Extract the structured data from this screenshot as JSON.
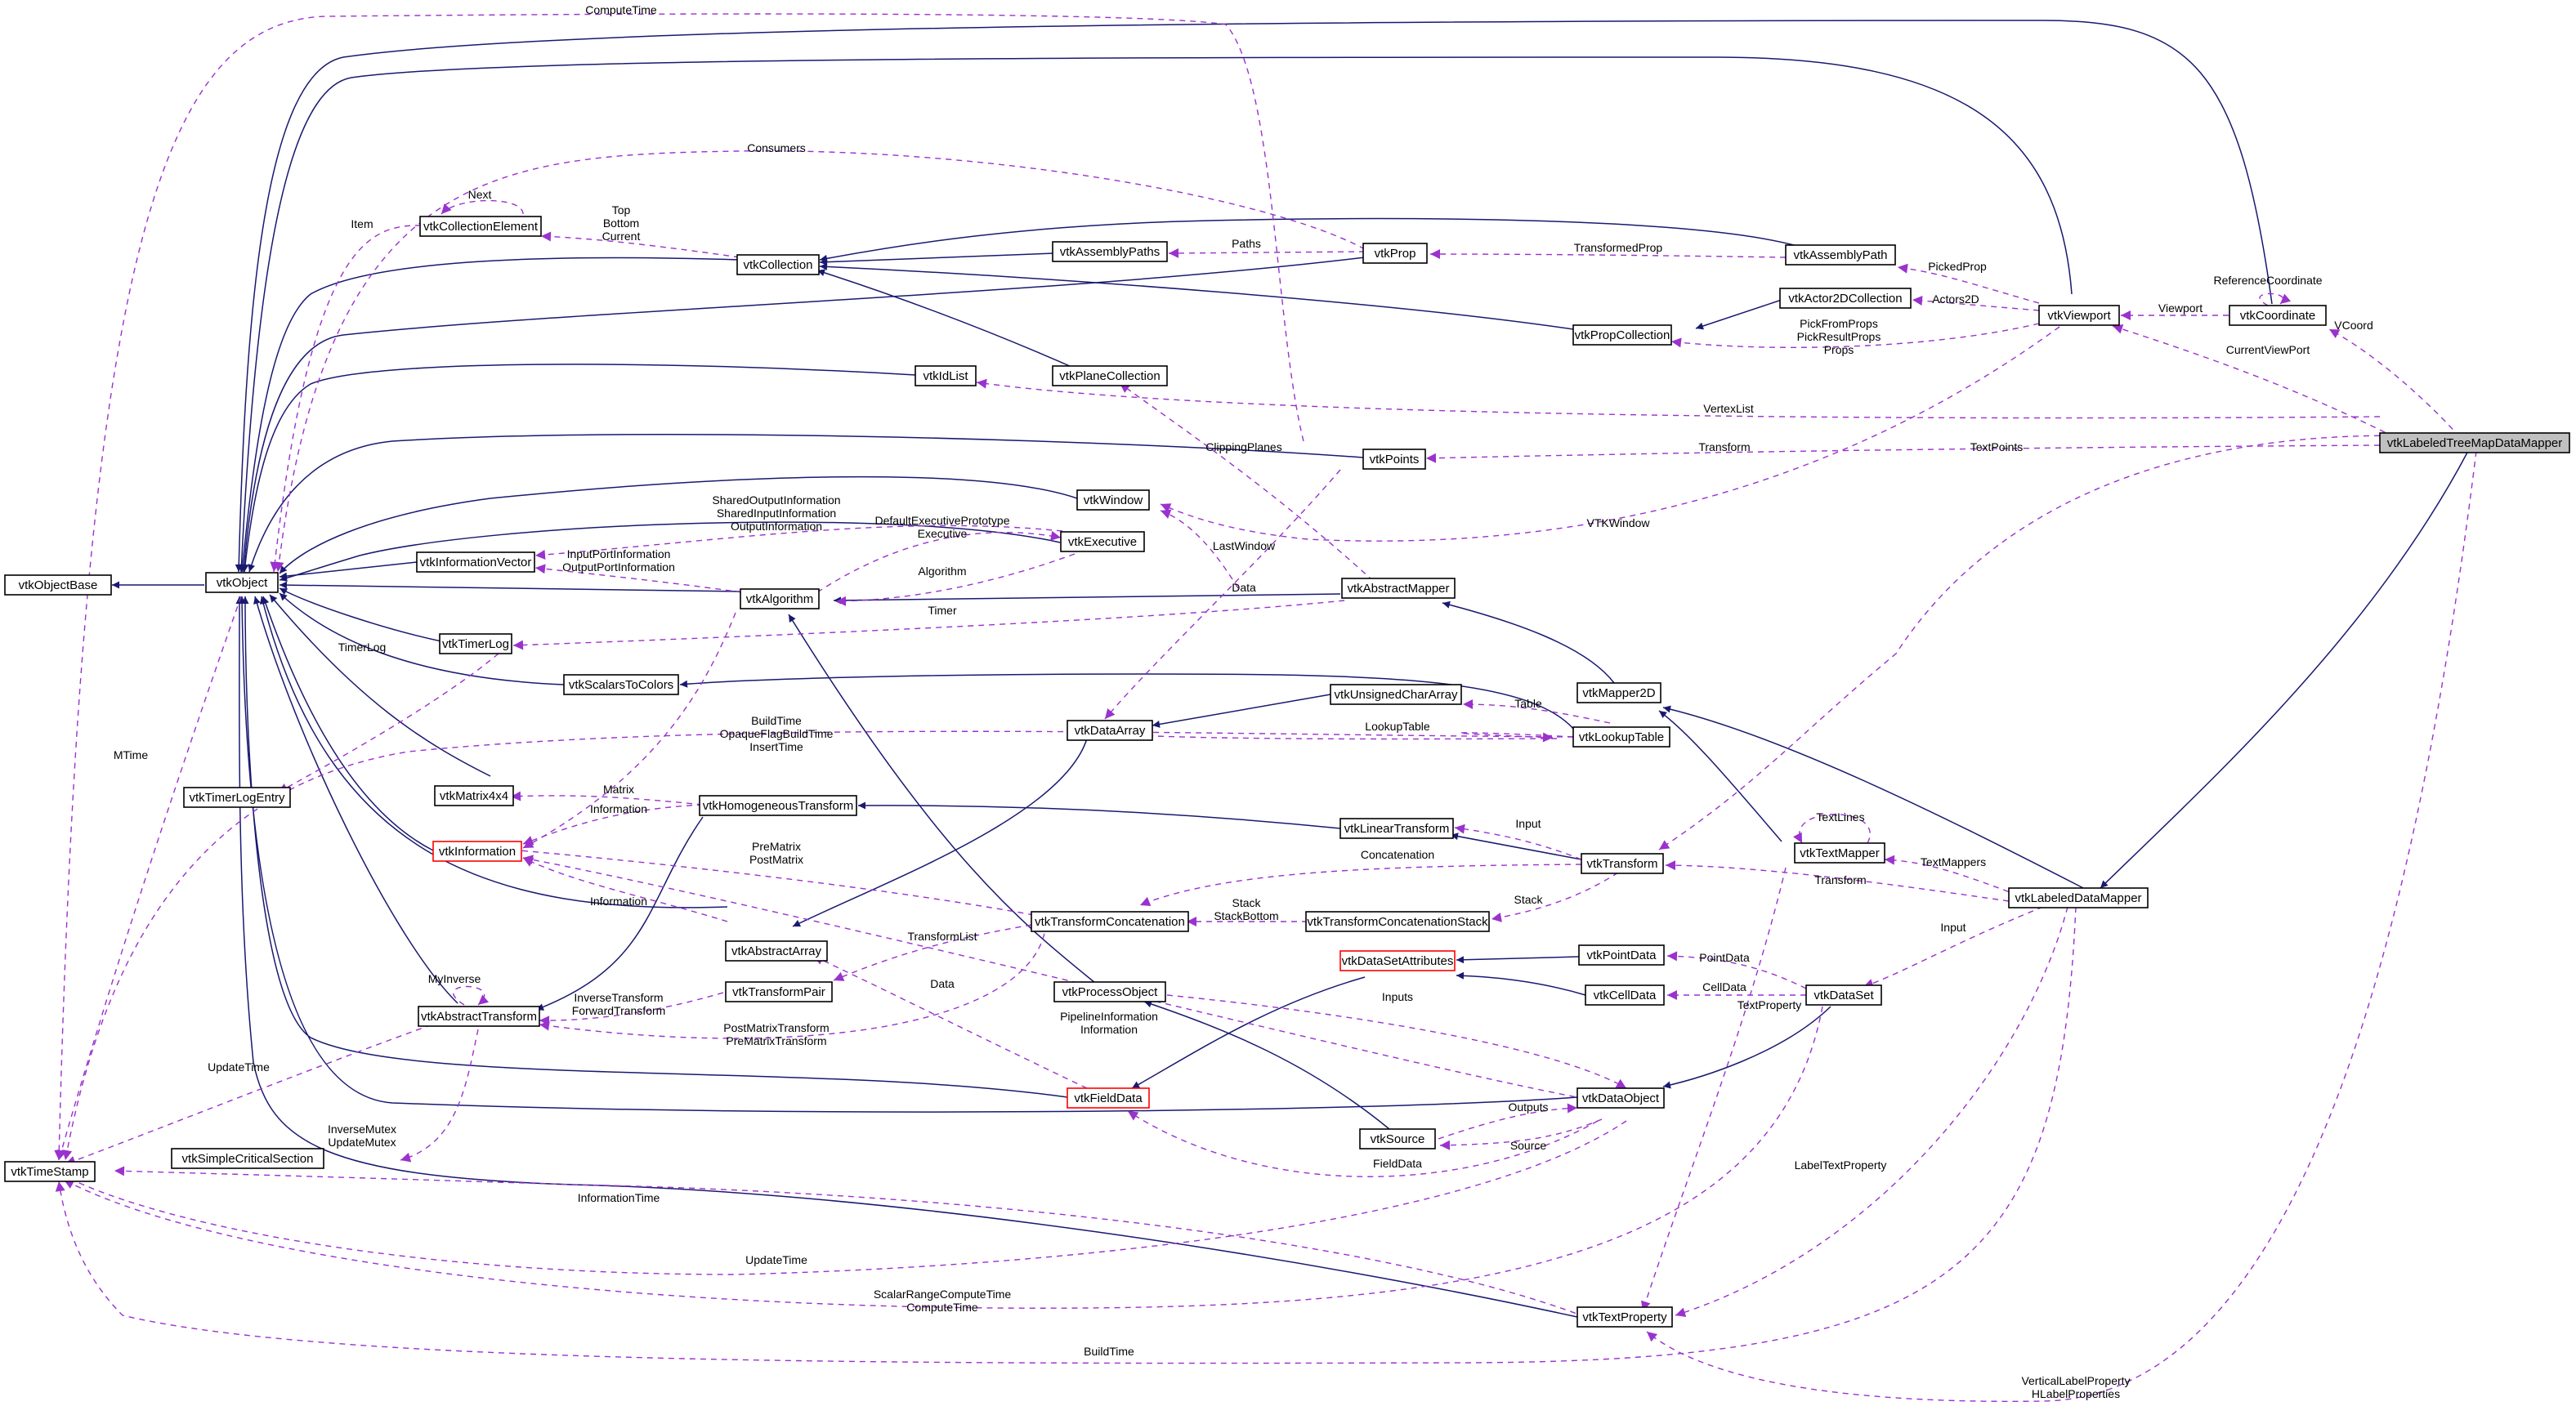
{
  "colors": {
    "inheritance": "#191970",
    "usage": "#9a32cd",
    "focus_fill": "#c0c0c0",
    "warning_border": "#ff0000"
  },
  "nodes": {
    "vtkLabeledTreeMapDataMapper": "vtkLabeledTreeMapDataMapper",
    "vtkLabeledDataMapper": "vtkLabeledDataMapper",
    "vtkMapper2D": "vtkMapper2D",
    "vtkAbstractMapper": "vtkAbstractMapper",
    "vtkAlgorithm": "vtkAlgorithm",
    "vtkObject": "vtkObject",
    "vtkObjectBase": "vtkObjectBase",
    "vtkTimeStamp": "vtkTimeStamp",
    "vtkCollectionElement": "vtkCollectionElement",
    "vtkCollection": "vtkCollection",
    "vtkAssemblyPaths": "vtkAssemblyPaths",
    "vtkProp": "vtkProp",
    "vtkAssemblyPath": "vtkAssemblyPath",
    "vtkActor2DCollection": "vtkActor2DCollection",
    "vtkPropCollection": "vtkPropCollection",
    "vtkViewport": "vtkViewport",
    "vtkCoordinate": "vtkCoordinate",
    "vtkIdList": "vtkIdList",
    "vtkPlaneCollection": "vtkPlaneCollection",
    "vtkPoints": "vtkPoints",
    "vtkWindow": "vtkWindow",
    "vtkExecutive": "vtkExecutive",
    "vtkInformationVector": "vtkInformationVector",
    "vtkTimerLog": "vtkTimerLog",
    "vtkTimerLogEntry": "vtkTimerLogEntry",
    "vtkScalarsToColors": "vtkScalarsToColors",
    "vtkUnsignedCharArray": "vtkUnsignedCharArray",
    "vtkDataArray": "vtkDataArray",
    "vtkLookupTable": "vtkLookupTable",
    "vtkMatrix4x4": "vtkMatrix4x4",
    "vtkHomogeneousTransform": "vtkHomogeneousTransform",
    "vtkLinearTransform": "vtkLinearTransform",
    "vtkTransform": "vtkTransform",
    "vtkTextMapper": "vtkTextMapper",
    "vtkInformation": "vtkInformation",
    "vtkTransformConcatenation": "vtkTransformConcatenation",
    "vtkTransformConcatenationStack": "vtkTransformConcatenationStack",
    "vtkAbstractArray": "vtkAbstractArray",
    "vtkDataSetAttributes": "vtkDataSetAttributes",
    "vtkPointData": "vtkPointData",
    "vtkTransformPair": "vtkTransformPair",
    "vtkProcessObject": "vtkProcessObject",
    "vtkCellData": "vtkCellData",
    "vtkDataSet": "vtkDataSet",
    "vtkAbstractTransform": "vtkAbstractTransform",
    "vtkFieldData": "vtkFieldData",
    "vtkDataObject": "vtkDataObject",
    "vtkSource": "vtkSource",
    "vtkSimpleCriticalSection": "vtkSimpleCriticalSection",
    "vtkTextProperty": "vtkTextProperty"
  },
  "labels": {
    "ComputeTime": "ComputeTime",
    "Consumers": "Consumers",
    "Next": "Next",
    "Item": "Item",
    "TopBottomCurrent": [
      "Top",
      "Bottom",
      "Current"
    ],
    "Paths": "Paths",
    "TransformedProp": "TransformedProp",
    "PickedProp": "PickedProp",
    "Actors2D": "Actors2D",
    "ReferenceCoordinate": "ReferenceCoordinate",
    "Viewport": "Viewport",
    "VCoord": "VCoord",
    "PickProps": [
      "PickFromProps",
      "PickResultProps",
      "Props"
    ],
    "CurrentViewPort": "CurrentViewPort",
    "VertexList": "VertexList",
    "ClippingPlanes": "ClippingPlanes",
    "Transform_top": "Transform",
    "TextPoints": "TextPoints",
    "SharedInfo": [
      "SharedOutputInformation",
      "SharedInputInformation",
      "OutputInformation"
    ],
    "DefaultExecutive": [
      "DefaultExecutivePrototype",
      "Executive"
    ],
    "VTKWindow": "VTKWindow",
    "LastWindow": "LastWindow",
    "PortInfo": [
      "InputPortInformation",
      "OutputPortInformation"
    ],
    "Algorithm": "Algorithm",
    "Data": "Data",
    "Timer": "Timer",
    "TimerLog": "TimerLog",
    "MTime": "MTime",
    "BuildTimes": [
      "BuildTime",
      "OpaqueFlagBuildTime",
      "InsertTime"
    ],
    "LookupTable": "LookupTable",
    "Table": "Table",
    "Matrix": "Matrix",
    "Information_matrix": "Information",
    "Input_linear": "Input",
    "TextLines": "TextLines",
    "PrePostMatrix": [
      "PreMatrix",
      "PostMatrix"
    ],
    "Concatenation": "Concatenation",
    "TextMappers": "TextMappers",
    "Transform_labeled": "Transform",
    "Information_array": "Information",
    "StackBottom": [
      "Stack",
      "StackBottom"
    ],
    "Stack": "Stack",
    "Input_dataset": "Input",
    "TransformList": "TransformList",
    "PointData": "PointData",
    "MyInverse": "MyInverse",
    "Data_field": "Data",
    "CellData": "CellData",
    "TextProperty": "TextProperty",
    "Inputs": "Inputs",
    "InverseForward": [
      "InverseTransform",
      "ForwardTransform"
    ],
    "PipelineInfo": [
      "PipelineInformation",
      "Information"
    ],
    "PostPreMatrixTransform": [
      "PostMatrixTransform",
      "PreMatrixTransform"
    ],
    "UpdateTime_left": "UpdateTime",
    "Mutex": [
      "InverseMutex",
      "UpdateMutex"
    ],
    "Outputs": "Outputs",
    "Source": "Source",
    "FieldData": "FieldData",
    "LabelTextProperty": "LabelTextProperty",
    "InformationTime": "InformationTime",
    "UpdateTime_bottom": "UpdateTime",
    "ScalarRange": [
      "ScalarRangeComputeTime",
      "ComputeTime"
    ],
    "BuildTime": "BuildTime",
    "VerticalH": [
      "VerticalLabelProperty",
      "HLabelProperties"
    ]
  }
}
